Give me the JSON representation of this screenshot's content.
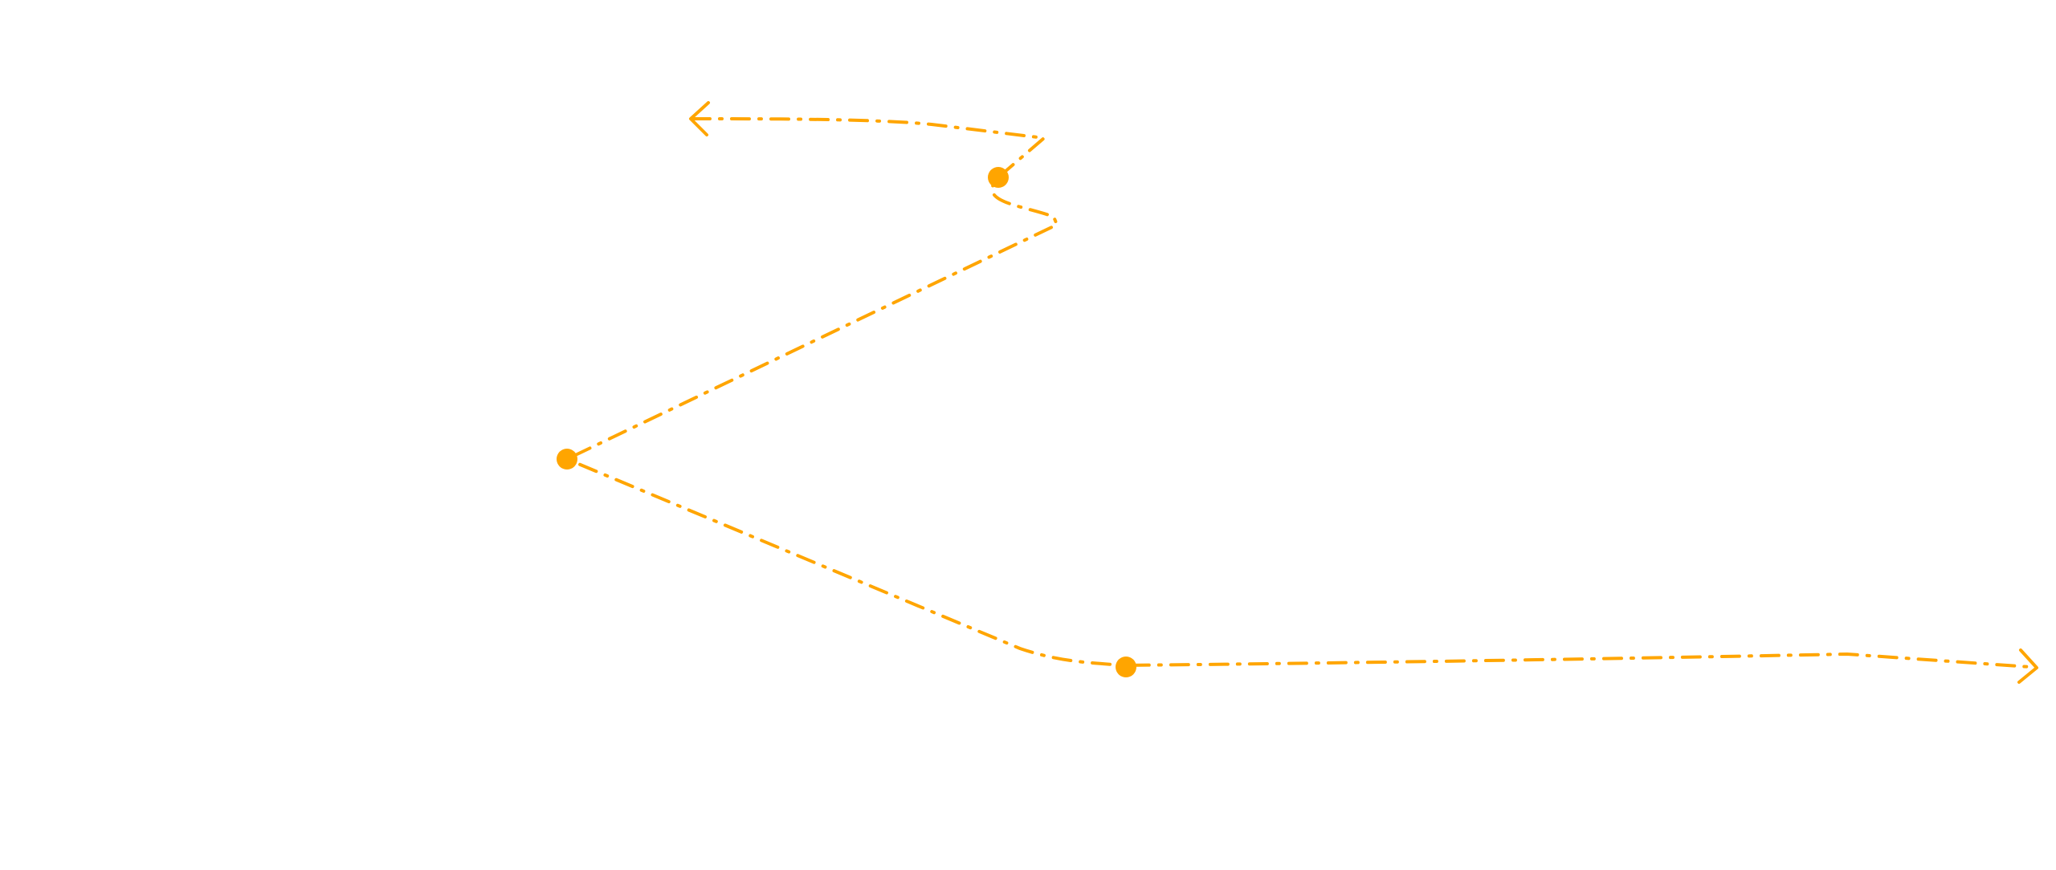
{
  "diagram": {
    "stroke_color": "#FFA500",
    "line_style": "dash-dot",
    "start_marker": "open-arrowhead",
    "end_marker": "open-arrowhead",
    "node_marker": "filled-circle",
    "node_count": 3
  }
}
